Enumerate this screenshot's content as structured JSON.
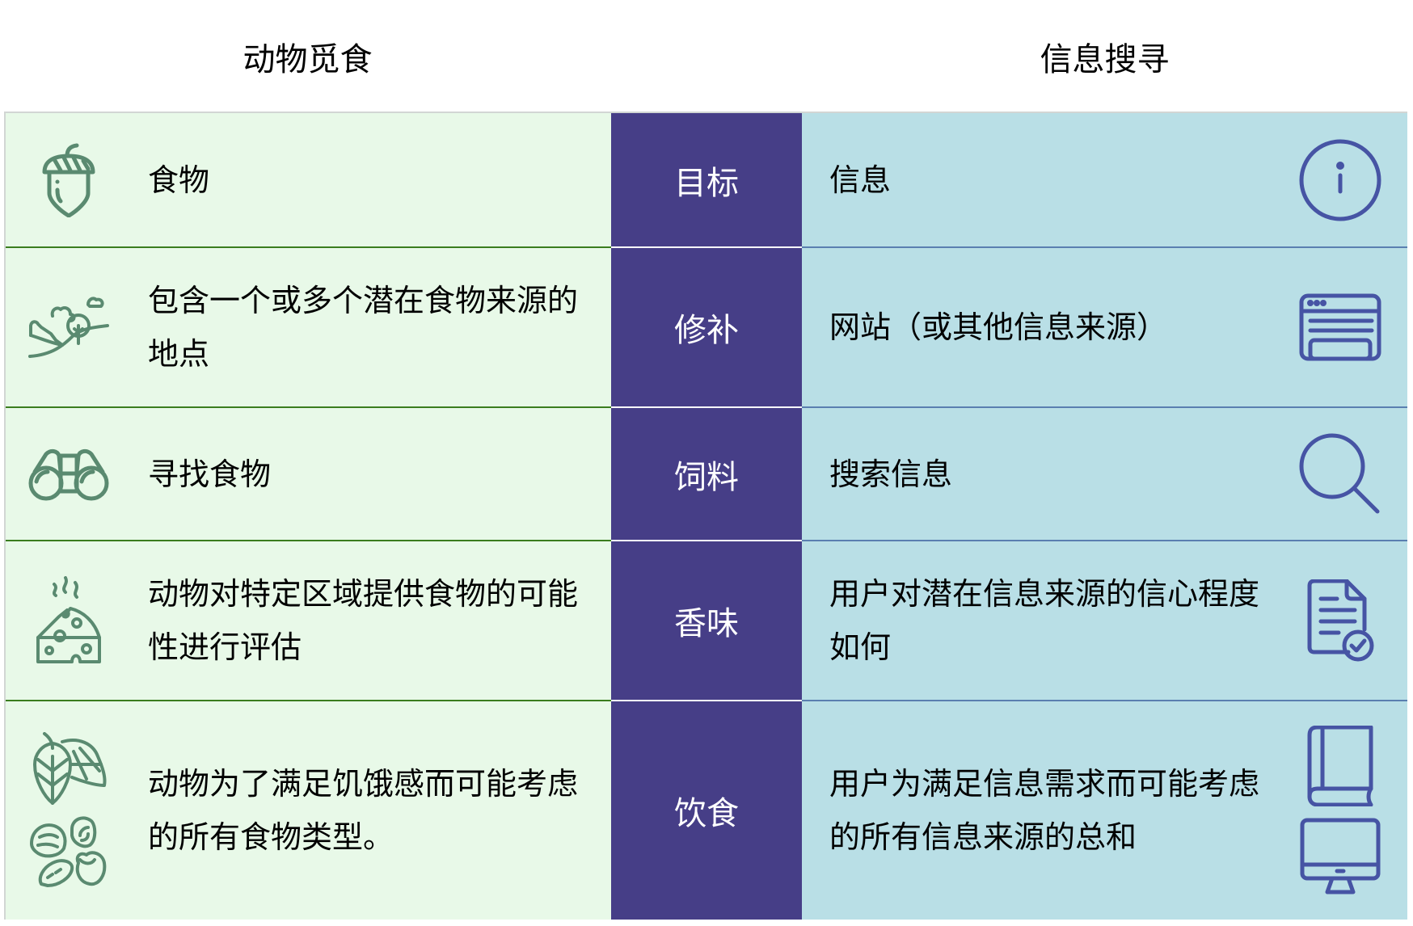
{
  "headers": {
    "left": "动物觅食",
    "right": "信息搜寻"
  },
  "colors": {
    "left_bg": "#e8f9e8",
    "middle_bg": "#463e87",
    "right_bg": "#b9dfe6",
    "left_icon": "#5a8a70",
    "right_icon": "#4654a4",
    "left_divider": "#3a7d1e",
    "right_divider": "#5a7fb0"
  },
  "rows": [
    {
      "left_icon": "acorn-icon",
      "left_text": "食物",
      "middle": "目标",
      "right_text": "信息",
      "right_icon": "info-circle-icon"
    },
    {
      "left_icon": "landscape-icon",
      "left_text": "包含一个或多个潜在食物来源的地点",
      "middle": "修补",
      "right_text": "网站（或其他信息来源）",
      "right_icon": "browser-window-icon"
    },
    {
      "left_icon": "binoculars-icon",
      "left_text": "寻找食物",
      "middle": "饲料",
      "right_text": "搜索信息",
      "right_icon": "magnifier-icon"
    },
    {
      "left_icon": "smelly-cheese-icon",
      "left_text": "动物对特定区域提供食物的可能性进行评估",
      "middle": "香味",
      "right_text": "用户对潜在信息来源的信心程度如何",
      "right_icon": "document-check-icon"
    },
    {
      "left_icon": "hops-and-nuts-icon",
      "left_text": "动物为了满足饥饿感而可能考虑的所有食物类型。",
      "middle": "饮食",
      "right_text": "用户为满足信息需求而可能考虑的所有信息来源的总和",
      "right_icon": "book-and-monitor-icon"
    }
  ]
}
